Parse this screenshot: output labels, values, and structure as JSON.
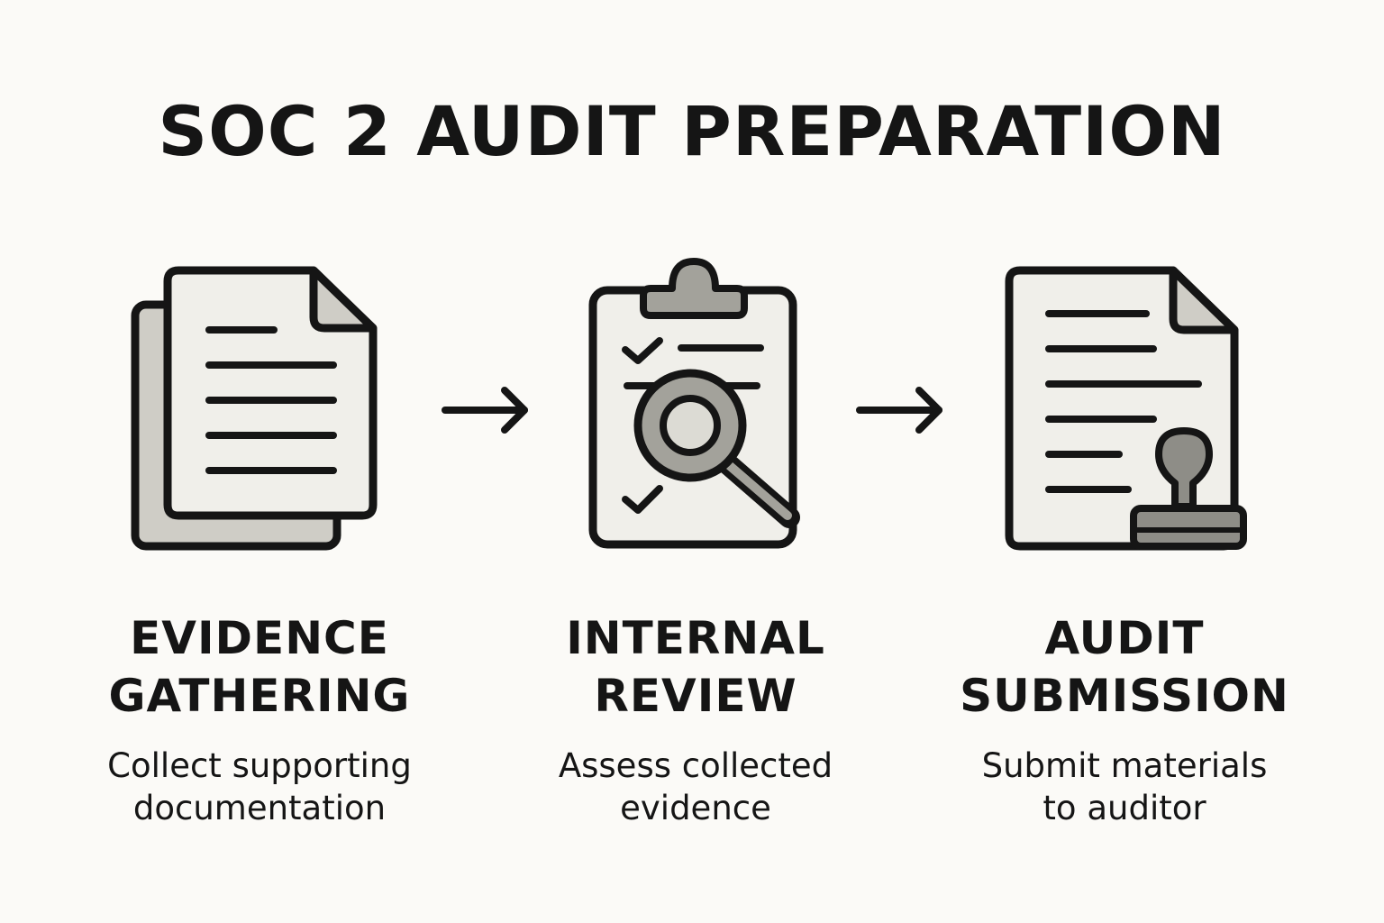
{
  "title": "SOC 2 AUDIT PREPARATION",
  "colors": {
    "background": "#fbfaf7",
    "stroke": "#151515",
    "paper": "#f0efea",
    "shadow": "#cfcdc6",
    "accent_gray": "#a3a29b"
  },
  "steps": [
    {
      "icon": "documents-stack-icon",
      "title_line1": "EVIDENCE",
      "title_line2": "GATHERING",
      "desc_line1": "Collect supporting",
      "desc_line2": "documentation"
    },
    {
      "icon": "clipboard-magnifier-icon",
      "title_line1": "INTERNAL",
      "title_line2": "REVIEW",
      "desc_line1": "Assess collected",
      "desc_line2": "evidence"
    },
    {
      "icon": "document-stamp-icon",
      "title_line1": "AUDIT",
      "title_line2": "SUBMISSION",
      "desc_line1": "Submit materials",
      "desc_line2": "to auditor"
    }
  ]
}
